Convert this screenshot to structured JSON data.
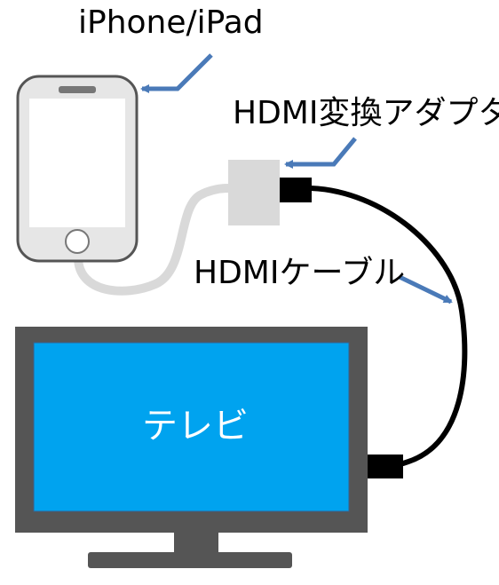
{
  "labels": {
    "device": "iPhone/iPad",
    "adapter": "HDMI変換アダプタ",
    "cable": "HDMIケーブル",
    "tv": "テレビ"
  },
  "colors": {
    "arrow": "#4a7ab8",
    "screen": "#00a3ef",
    "tv_frame": "#555555",
    "phone_body": "#e6e6e6",
    "phone_outline": "#555555",
    "adapter": "#d9d9d9",
    "lightning_cable": "#d9d9d9",
    "hdmi_cable": "#000000"
  }
}
